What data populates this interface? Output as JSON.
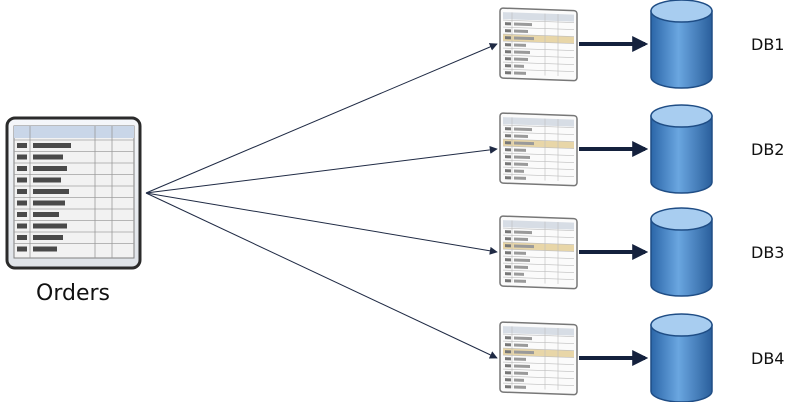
{
  "diagram": {
    "source": {
      "label": "Orders"
    },
    "shards": [
      {
        "label": "DB1"
      },
      {
        "label": "DB2"
      },
      {
        "label": "DB3"
      },
      {
        "label": "DB4"
      }
    ]
  },
  "colors": {
    "line": "#1f2a44",
    "arrow_thick": "#14213d",
    "table_frame": "#2b2b2b",
    "table_header": "#c9d6e8",
    "table_body": "#f2f2f2",
    "table_bar": "#4a4a4a",
    "highlight_row": "#e8d6a8",
    "db_body": "#4f8fd0",
    "db_dark": "#2b66a8",
    "db_top": "#a8cdf0"
  }
}
